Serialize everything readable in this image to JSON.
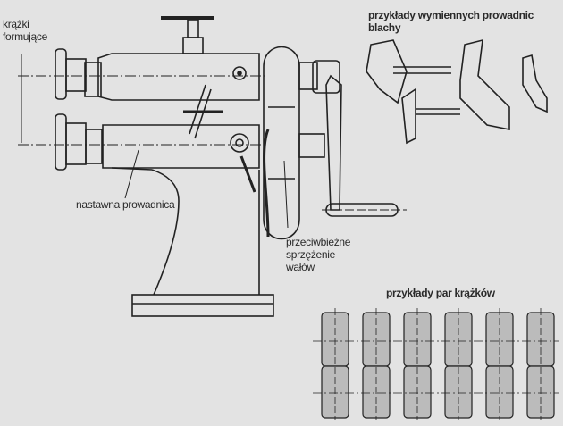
{
  "labels": {
    "forming_rollers": [
      "krążki",
      "formujące"
    ],
    "guide_examples_title": "przykłady wymiennych prowadnic blachy",
    "adjustable_guide": "nastawna prowadnica",
    "shaft_coupling": [
      "przeciwbieżne",
      "sprzężenie",
      "wałów"
    ],
    "roller_pairs_title": "przykłady par krążków"
  },
  "roller_pair_count": 6
}
